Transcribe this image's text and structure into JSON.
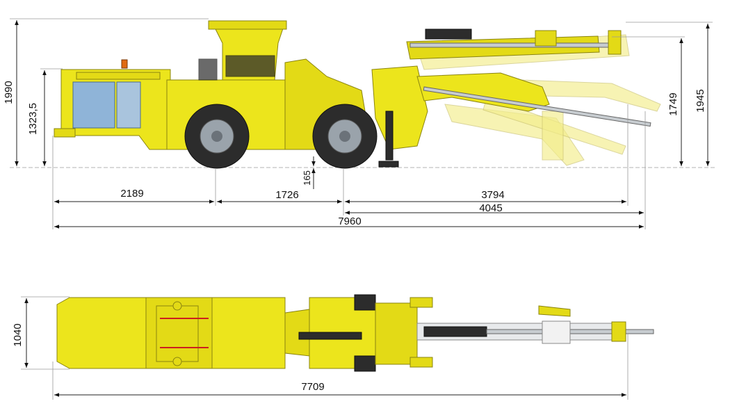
{
  "side_view": {
    "dimensions": {
      "overall_height": "1990",
      "cab_height": "1323,5",
      "ground_clearance": "165",
      "boom_height_low": "1749",
      "boom_height_high": "1945",
      "rear_overhang": "2189",
      "wheelbase": "1726",
      "boom_reach": "3794",
      "front_reach": "4045",
      "total_length": "7960"
    }
  },
  "top_view": {
    "dimensions": {
      "width": "1040",
      "total_length": "7709"
    }
  },
  "colors": {
    "machine": "#ece51c",
    "outline": "#8a8410",
    "engine": "#8fb4d8",
    "tire": "#2c2c2c",
    "dimension_line": "#222222"
  }
}
